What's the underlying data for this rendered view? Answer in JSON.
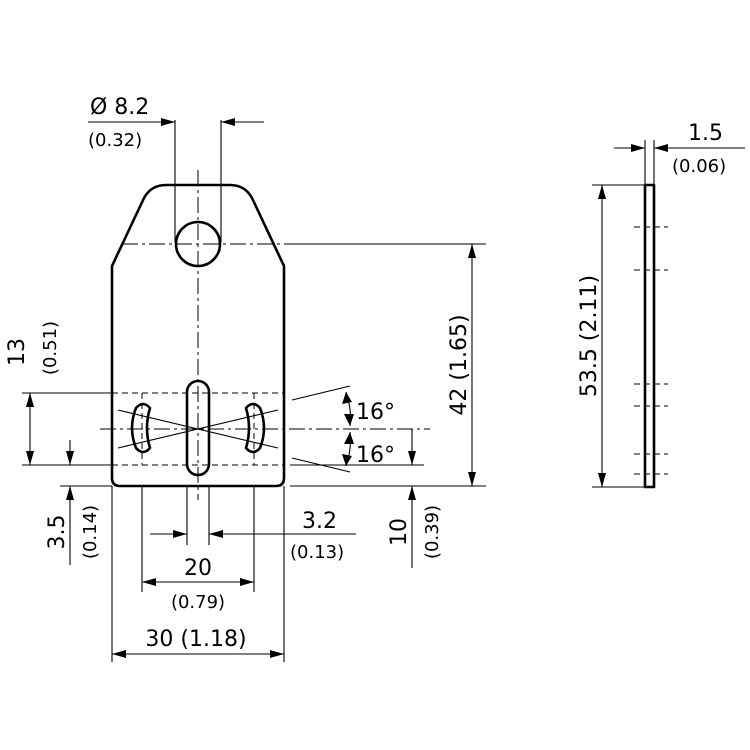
{
  "dims": {
    "hole_dia": "Ø 8.2",
    "hole_dia_in": "(0.32)",
    "thickness": "1.5",
    "thickness_in": "(0.06)",
    "height_overall": "53.5 (2.11)",
    "height_42": "42 (1.65)",
    "dim_13": "13",
    "dim_13_in": "(0.51)",
    "dim_3_5": "3.5",
    "dim_3_5_in": "(0.14)",
    "dim_10": "10",
    "dim_10_in": "(0.39)",
    "slot_3_2": "3.2",
    "slot_3_2_in": "(0.13)",
    "dim_20": "20",
    "dim_20_in": "(0.79)",
    "width_30": "30 (1.18)",
    "angle_upper": "16°",
    "angle_lower": "16°"
  }
}
